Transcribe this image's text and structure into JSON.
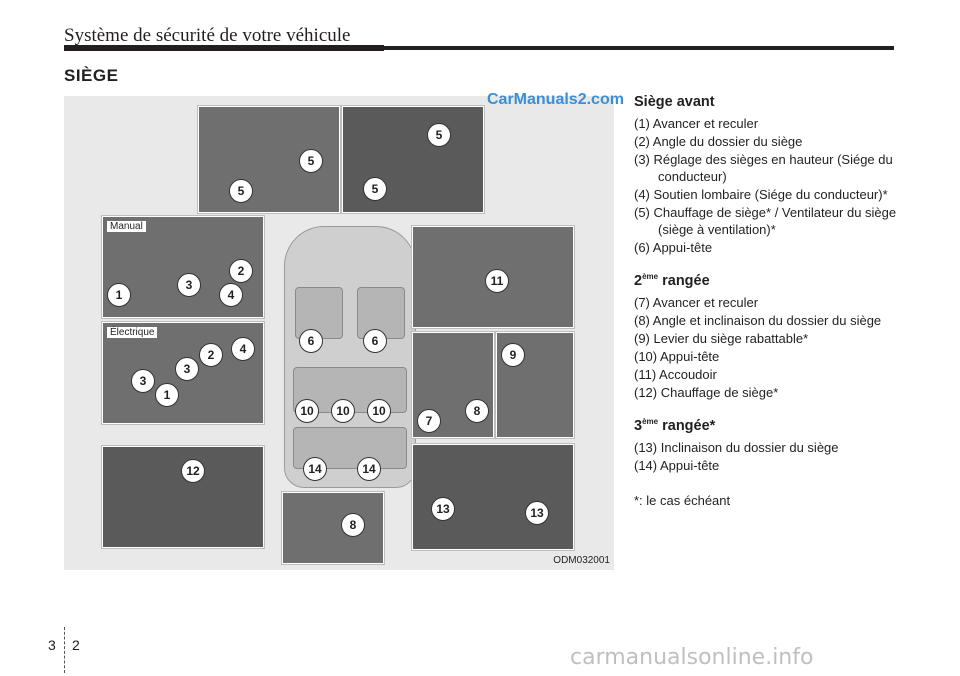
{
  "header": {
    "title": "Système de sécurité de votre véhicule"
  },
  "section": {
    "title": "SIÈGE"
  },
  "watermark": "CarManuals2.com",
  "figure": {
    "code": "ODM032001",
    "label_manual": "Manual",
    "label_electric": "Électrique",
    "callouts": [
      "5",
      "5",
      "5",
      "5",
      "1",
      "2",
      "3",
      "4",
      "2",
      "4",
      "3",
      "3",
      "1",
      "6",
      "6",
      "10",
      "10",
      "10",
      "14",
      "14",
      "12",
      "8",
      "11",
      "9",
      "7",
      "8",
      "13",
      "13"
    ]
  },
  "front": {
    "title": "Siège avant",
    "items": [
      "(1) Avancer et reculer",
      "(2) Angle du dossier du siège",
      "(3) Réglage des sièges en hauteur (Siége du conducteur)",
      "(4) Soutien lombaire (Siége du conducteur)*",
      "(5) Chauffage de siège* / Ventilateur du siège (siège à ventilation)*",
      "(6) Appui-tête"
    ]
  },
  "second": {
    "title_num": "2",
    "title_sup": "ème",
    "title_rest": " rangée",
    "items": [
      "(7) Avancer et reculer",
      "(8) Angle et inclinaison du dossier du siège",
      "(9) Levier du siège rabattable*",
      "(10) Appui-tête",
      "(11) Accoudoir",
      "(12) Chauffage de siège*"
    ]
  },
  "third": {
    "title_num": "3",
    "title_sup": "ème",
    "title_rest": " rangée*",
    "items": [
      "(13) Inclinaison du dossier du siège",
      "(14) Appui-tête"
    ]
  },
  "note": "*: le cas échéant",
  "footer": {
    "chapter": "3",
    "page": "2",
    "site": "carmanualsonline.info"
  }
}
